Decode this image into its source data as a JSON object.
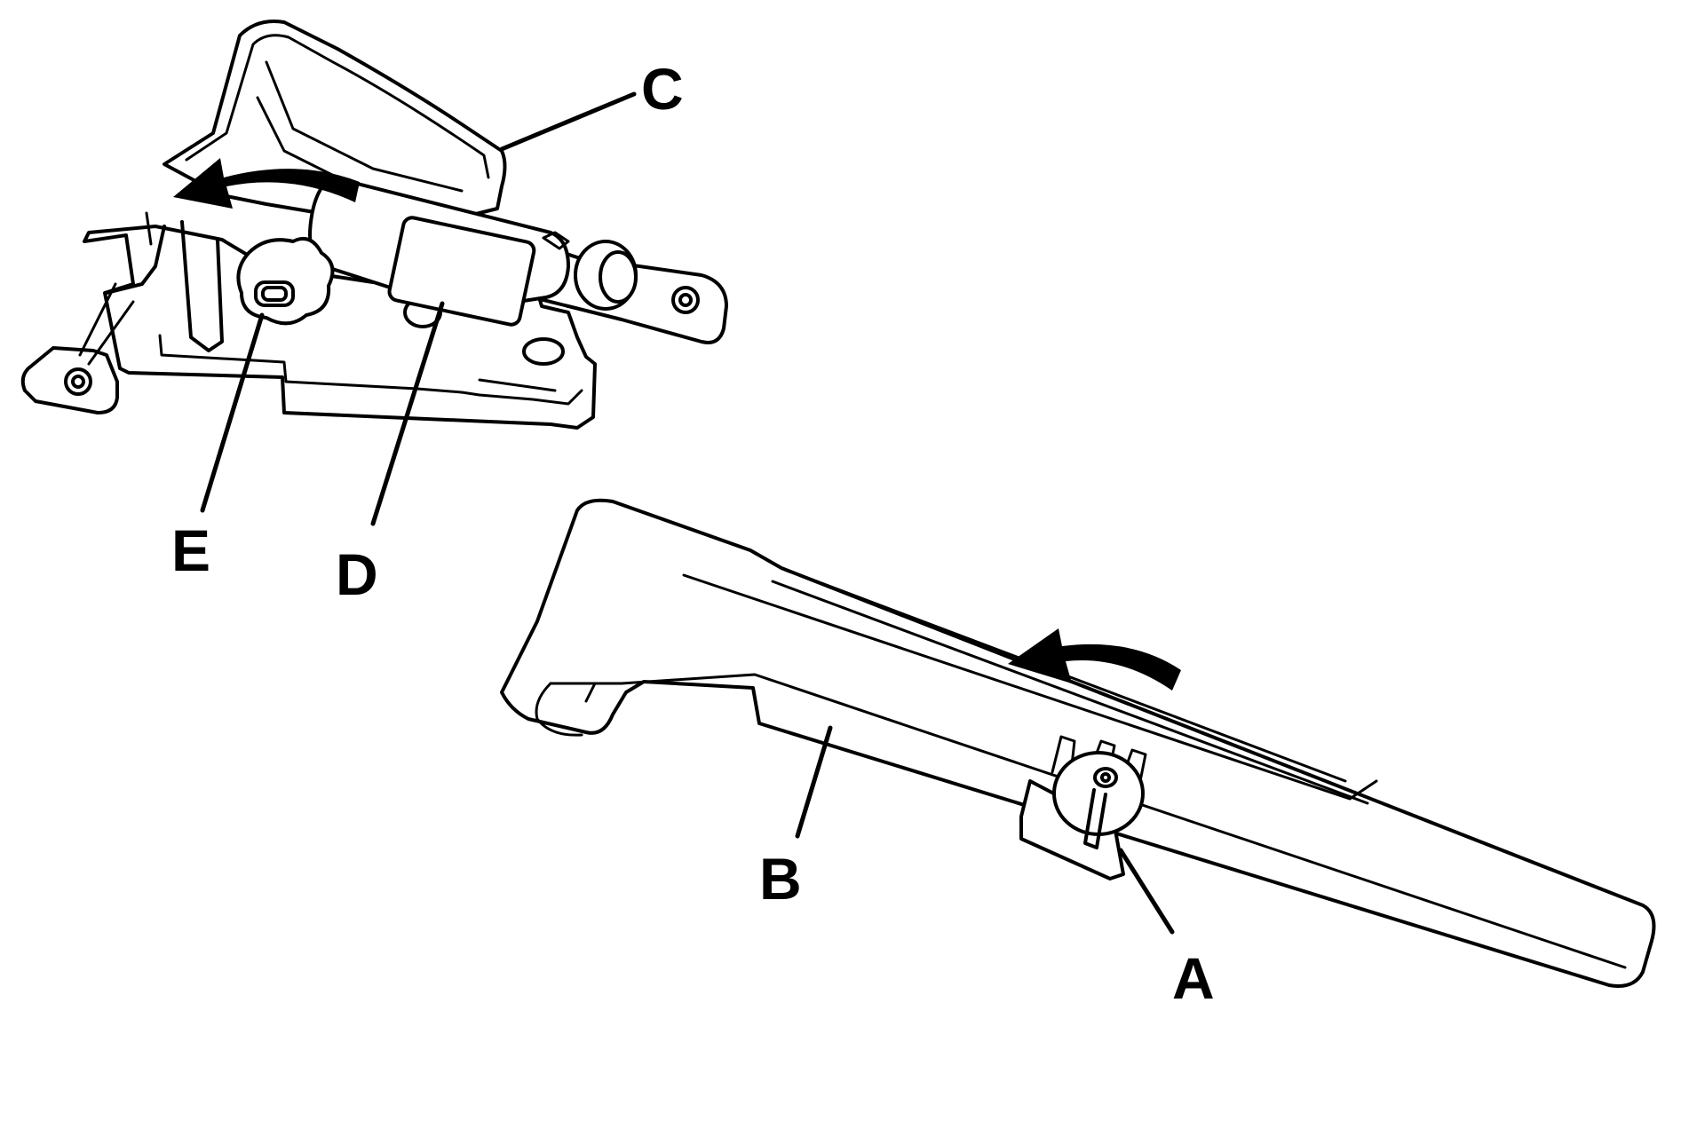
{
  "callouts": {
    "a": "A",
    "b": "B",
    "c": "C",
    "d": "D",
    "e": "E"
  },
  "colors": {
    "line": "#000000",
    "background": "#ffffff"
  }
}
